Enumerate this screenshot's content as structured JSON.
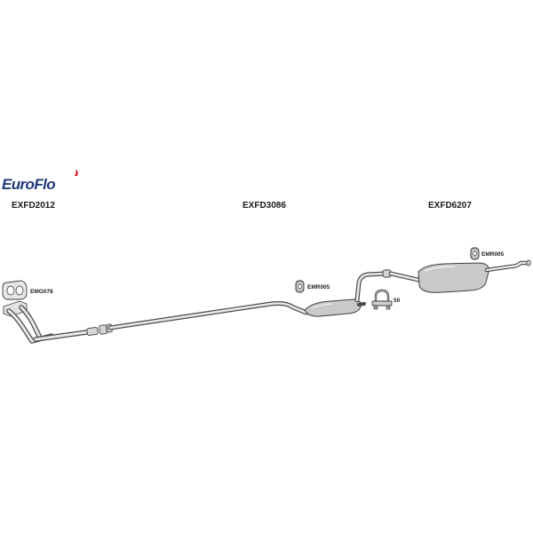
{
  "logo": {
    "brand": "EuroFlo",
    "colors": {
      "dark": "#1f3a78",
      "accent": "#e3001b"
    }
  },
  "sections": [
    {
      "code": "EXFD2012"
    },
    {
      "code": "EXFD3086"
    },
    {
      "code": "EXFD6207"
    }
  ],
  "parts": {
    "gasket": {
      "code": "EMG078",
      "icon": "gasket-icon"
    },
    "rubber_mount_front": {
      "code": "EMR005",
      "icon": "rubber-mount-icon"
    },
    "rubber_mount_rear": {
      "code": "EMR005",
      "icon": "rubber-mount-icon"
    },
    "clamp": {
      "code": "50",
      "icon": "u-clamp-icon"
    }
  }
}
